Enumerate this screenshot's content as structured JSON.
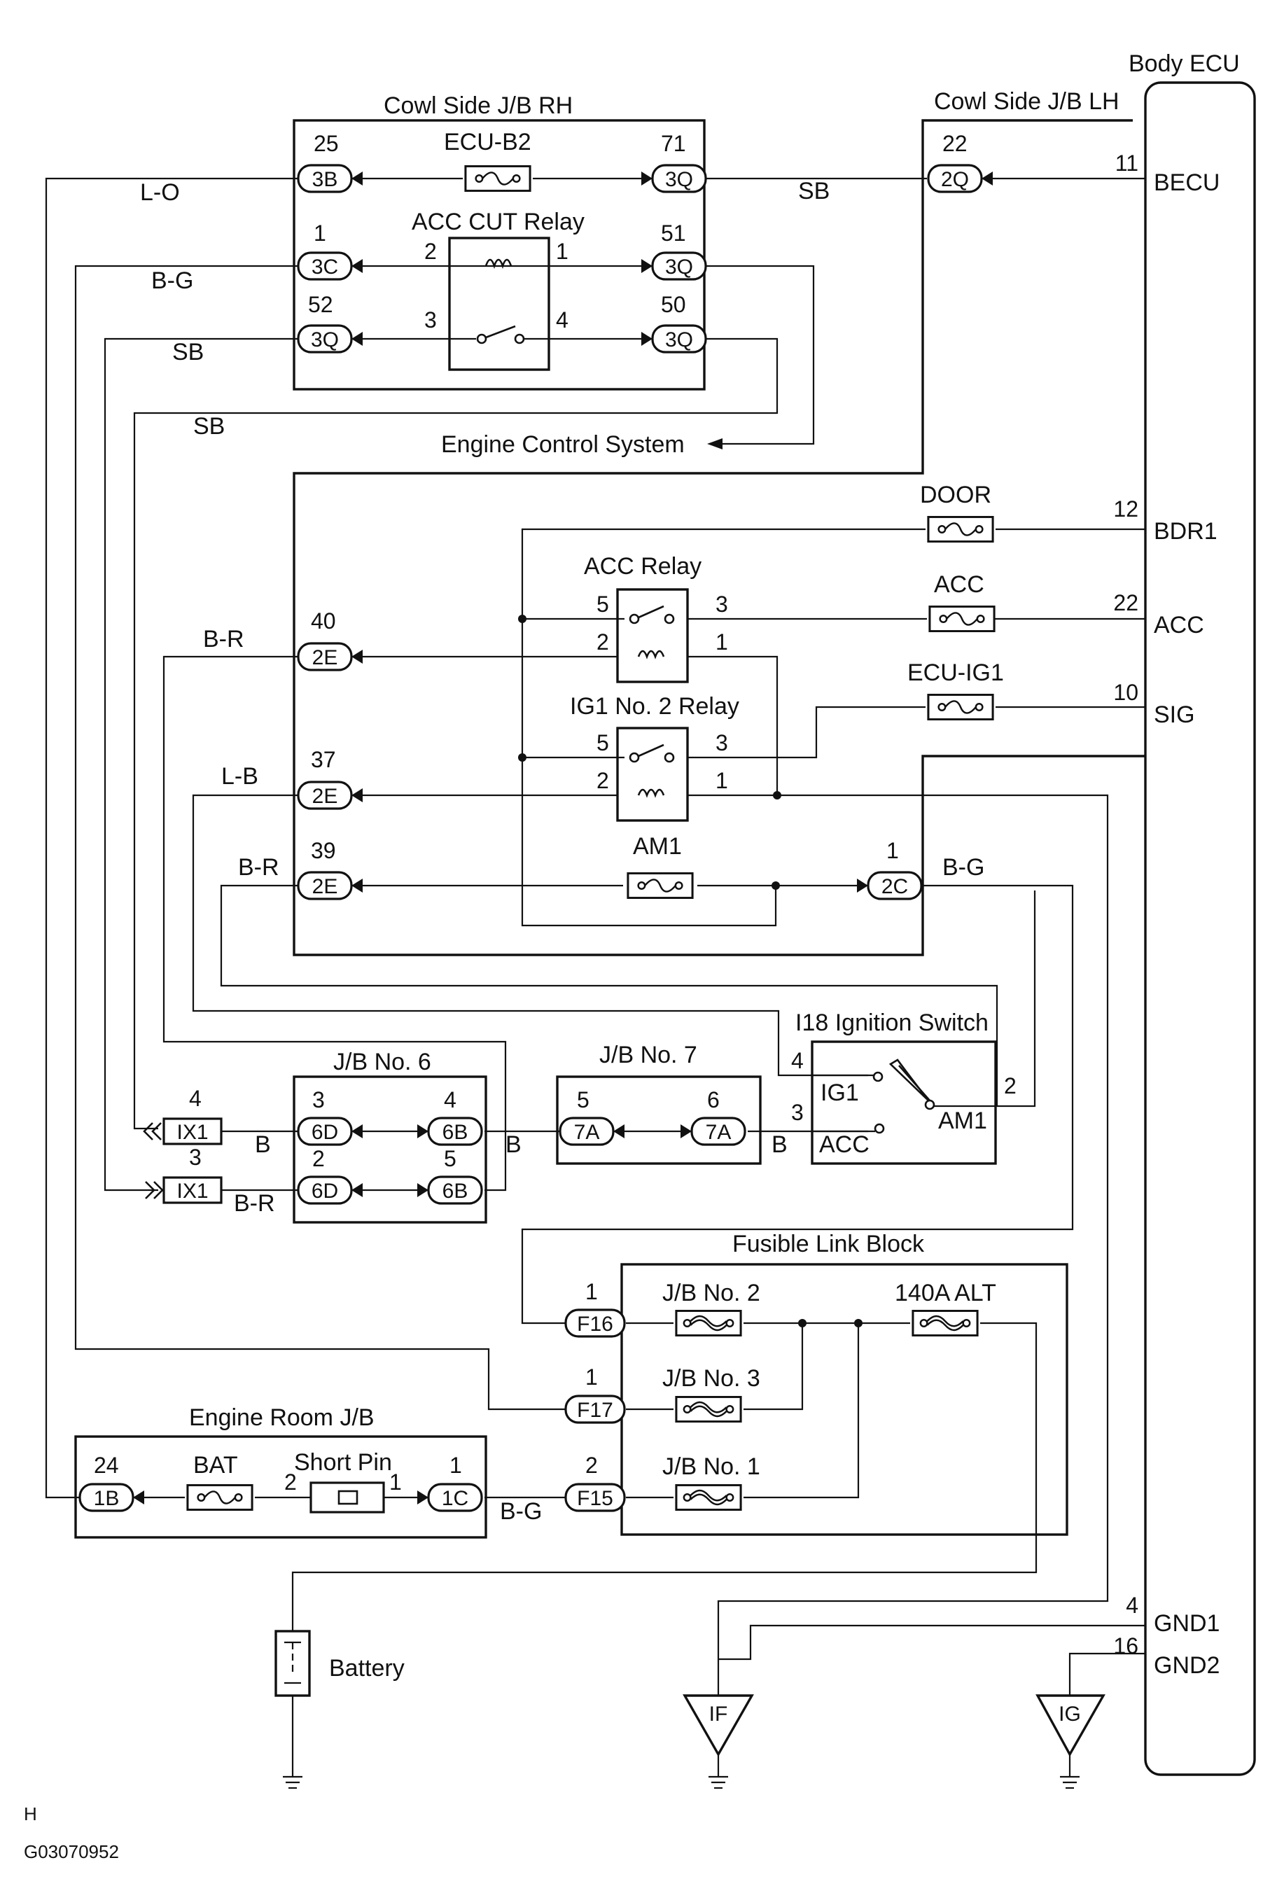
{
  "boxes": {
    "body_ecu": "Body ECU",
    "cowl_rh": "Cowl Side J/B RH",
    "cowl_lh": "Cowl Side J/B LH",
    "jb6": "J/B No. 6",
    "jb7": "J/B No. 7",
    "ign_switch": "I18 Ignition Switch",
    "fusible": "Fusible Link Block",
    "engine_room": "Engine Room J/B",
    "engine_control": "Engine Control System",
    "battery": "Battery"
  },
  "ecu_terminals": [
    {
      "pin": "11",
      "name": "BECU"
    },
    {
      "pin": "12",
      "name": "BDR1"
    },
    {
      "pin": "22",
      "name": "ACC"
    },
    {
      "pin": "10",
      "name": "SIG"
    },
    {
      "pin": "4",
      "name": "GND1"
    },
    {
      "pin": "16",
      "name": "GND2"
    }
  ],
  "fuses": {
    "ecu_b2": "ECU-B2",
    "door": "DOOR",
    "acc": "ACC",
    "ecu_ig1": "ECU-IG1",
    "am1": "AM1",
    "bat": "BAT",
    "short_pin": "Short Pin",
    "jb2": "J/B No. 2",
    "jb3": "J/B No. 3",
    "jb1": "J/B No. 1",
    "alt": "140A ALT"
  },
  "relays": {
    "acc_cut": "ACC CUT Relay",
    "acc": "ACC Relay",
    "ig1_no2": "IG1 No. 2 Relay"
  },
  "connectors": [
    {
      "id": "c3b",
      "label": "3B",
      "pin": "25"
    },
    {
      "id": "c3q71",
      "label": "3Q",
      "pin": "71"
    },
    {
      "id": "c2q",
      "label": "2Q",
      "pin": "22"
    },
    {
      "id": "c3c",
      "label": "3C",
      "pin": "1"
    },
    {
      "id": "c3q51",
      "label": "3Q",
      "pin": "51"
    },
    {
      "id": "c3q52",
      "label": "3Q",
      "pin": "52"
    },
    {
      "id": "c3q50",
      "label": "3Q",
      "pin": "50"
    },
    {
      "id": "c2e40",
      "label": "2E",
      "pin": "40"
    },
    {
      "id": "c2e37",
      "label": "2E",
      "pin": "37"
    },
    {
      "id": "c2e39",
      "label": "2E",
      "pin": "39"
    },
    {
      "id": "c2c",
      "label": "2C",
      "pin": "1"
    },
    {
      "id": "c6d3",
      "label": "6D",
      "pin": "3"
    },
    {
      "id": "c6b4",
      "label": "6B",
      "pin": "4"
    },
    {
      "id": "c6d2",
      "label": "6D",
      "pin": "2"
    },
    {
      "id": "c6b5",
      "label": "6B",
      "pin": "5"
    },
    {
      "id": "c7a5",
      "label": "7A",
      "pin": "5"
    },
    {
      "id": "c7a6",
      "label": "7A",
      "pin": "6"
    },
    {
      "id": "cf16",
      "label": "F16",
      "pin": "1"
    },
    {
      "id": "cf17",
      "label": "F17",
      "pin": "1"
    },
    {
      "id": "cf15",
      "label": "F15",
      "pin": "2"
    },
    {
      "id": "c1b",
      "label": "1B",
      "pin": "24"
    },
    {
      "id": "c1c",
      "label": "1C",
      "pin": "1"
    },
    {
      "id": "cix1a",
      "label": "IX1",
      "pin": "4"
    },
    {
      "id": "cix1b",
      "label": "IX1",
      "pin": "3"
    }
  ],
  "wire_colors": {
    "lo": "L-O",
    "sb_top": "SB",
    "bg_left": "B-G",
    "sb_left": "SB",
    "sb_low": "SB",
    "br_40": "B-R",
    "lb_37": "L-B",
    "br_39": "B-R",
    "bg_2c": "B-G",
    "b_ix1": "B",
    "br_ix1": "B-R",
    "b_6b": "B",
    "b_7a": "B",
    "bg_f15": "B-G"
  },
  "relay_pins": {
    "acc_cut": [
      "2",
      "1",
      "3",
      "4"
    ],
    "acc": [
      "5",
      "3",
      "2",
      "1"
    ],
    "ig1_no2": [
      "5",
      "3",
      "2",
      "1"
    ]
  },
  "switch": {
    "ig1": "IG1",
    "acc": "ACC",
    "am1": "AM1",
    "pin_ig1": "4",
    "pin_acc": "3",
    "pin_am1": "2"
  },
  "short_pin_pins": [
    "2",
    "1"
  ],
  "grounds": [
    "IF",
    "IG"
  ],
  "footer": {
    "letter": "H",
    "code": "G03070952"
  }
}
